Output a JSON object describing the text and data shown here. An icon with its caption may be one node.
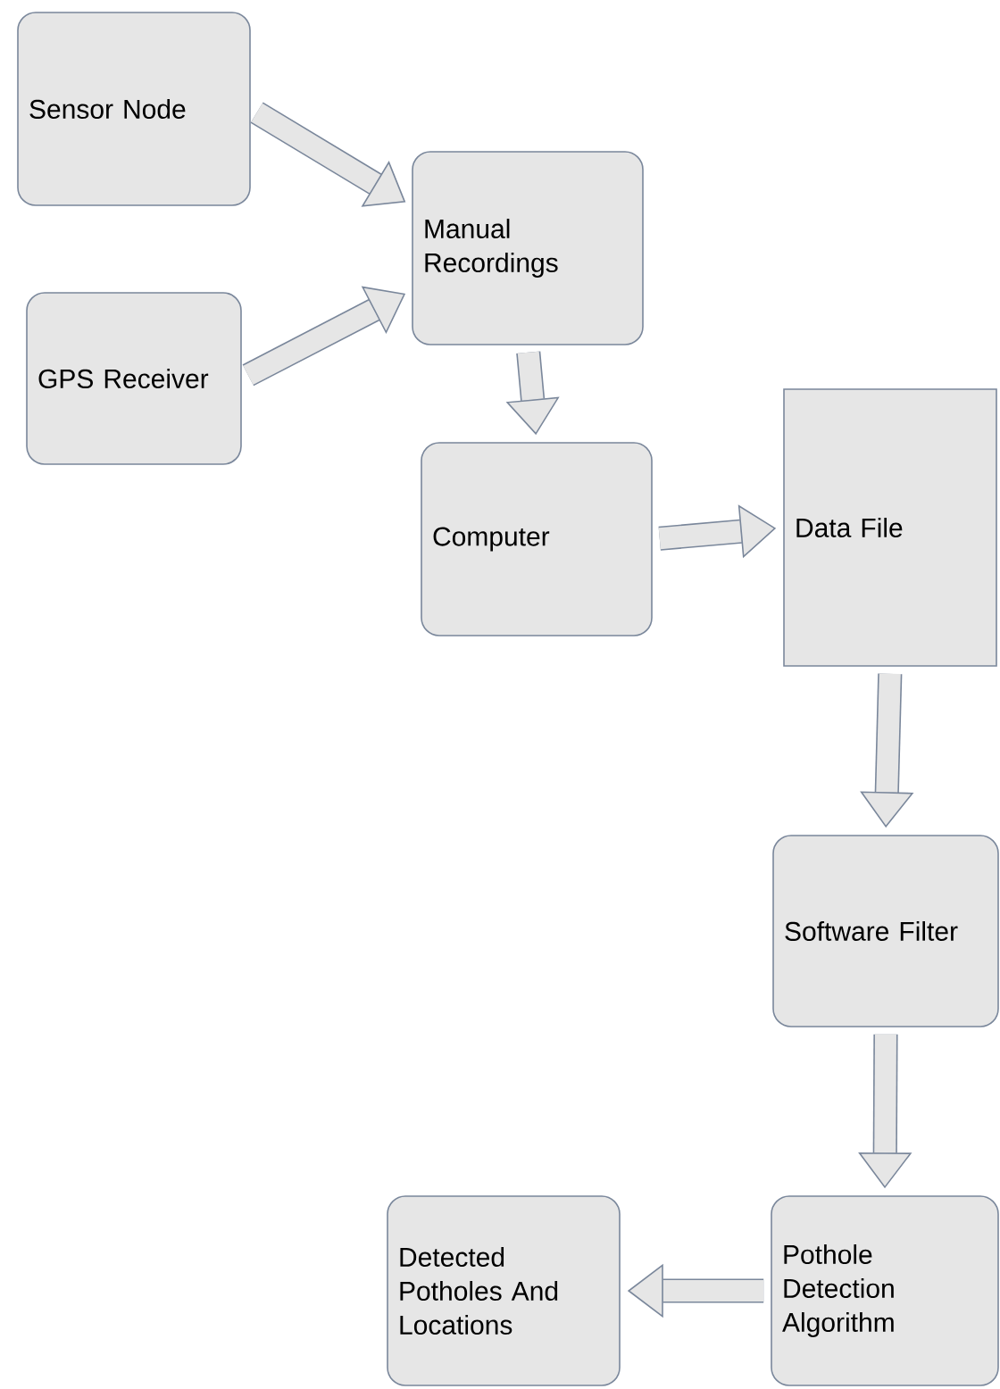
{
  "diagram": {
    "nodes": [
      {
        "text": [
          "Sensor Node"
        ]
      },
      {
        "text": [
          "GPS Receiver"
        ]
      },
      {
        "text": [
          "Manual Recordings"
        ]
      },
      {
        "text": [
          "Computer"
        ]
      },
      {
        "text": [
          "Data File"
        ]
      },
      {
        "text": [
          "Software Filter"
        ]
      },
      {
        "text": [
          "Pothole Detection Algorithm"
        ]
      },
      {
        "text": [
          "Detected Potholes And Locations"
        ]
      }
    ],
    "edges": [
      {
        "from": 0,
        "to": 2,
        "arrow": "to"
      },
      {
        "from": 1,
        "to": 2,
        "arrow": "to"
      },
      {
        "from": 2,
        "to": 3,
        "arrow": "to"
      },
      {
        "from": 3,
        "to": 4,
        "arrow": "to"
      },
      {
        "from": 4,
        "to": 5,
        "arrow": "to"
      },
      {
        "from": 5,
        "to": 6,
        "arrow": "to"
      },
      {
        "from": 6,
        "to": 7,
        "arrow": "to"
      }
    ]
  }
}
